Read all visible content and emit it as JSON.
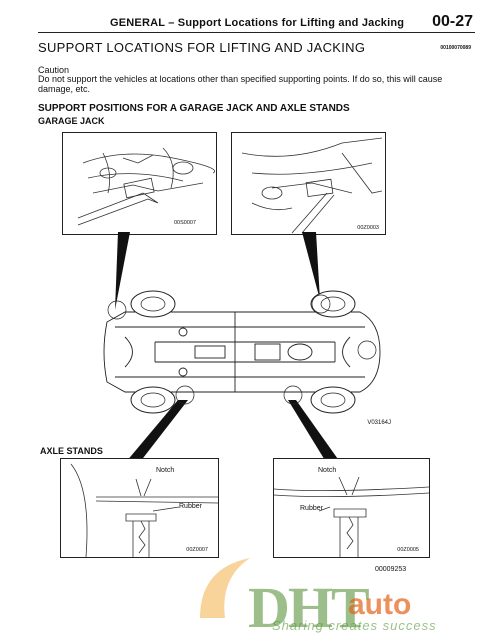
{
  "header": {
    "section": "GENERAL – Support Locations for Lifting and Jacking",
    "page_number": "00-27"
  },
  "title": "SUPPORT LOCATIONS FOR LIFTING AND JACKING",
  "doc_code": "00100070089",
  "caution": {
    "label": "Caution",
    "text": "Do not support the vehicles at locations other than specified supporting points. If do so, this will cause damage, etc."
  },
  "section_heading": "SUPPORT POSITIONS FOR A GARAGE JACK AND AXLE STANDS",
  "garage_jack": {
    "heading": "GARAGE JACK",
    "fig_left_code": "00S0007",
    "fig_right_code": "00Z0003",
    "car_fig_code": "V03164J"
  },
  "axle_stands": {
    "heading": "AXLE STANDS",
    "left": {
      "notch": "Notch",
      "rubber": "Rubber",
      "code": "00Z0007"
    },
    "right": {
      "notch": "Notch",
      "rubber": "Rubber",
      "code": "00Z0005"
    },
    "bottom_code": "00009253"
  },
  "watermark": {
    "brand_a": "DHT",
    "brand_b": "auto",
    "tagline": "Sharing creates success"
  }
}
